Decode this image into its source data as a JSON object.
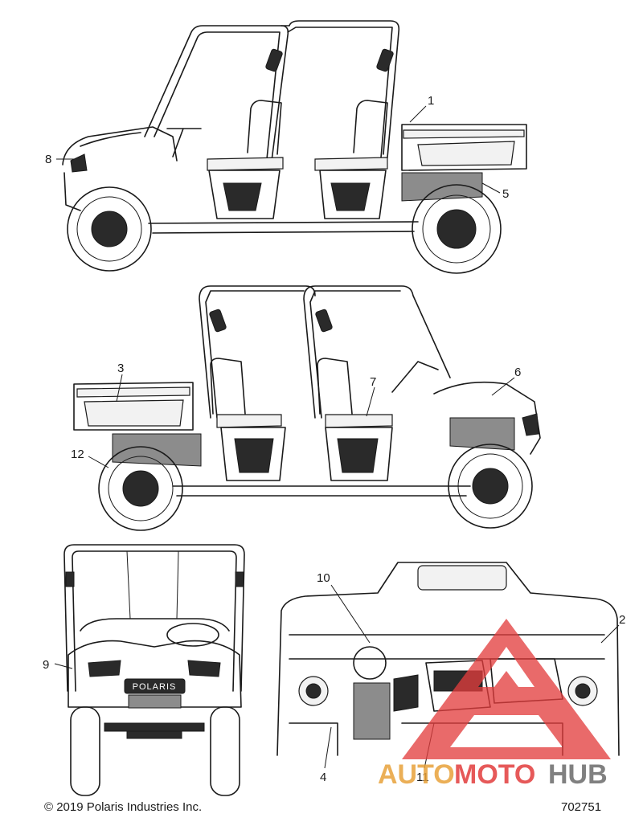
{
  "callouts": {
    "c1": "1",
    "c2": "2",
    "c3": "3",
    "c4": "4",
    "c5": "5",
    "c6": "6",
    "c7": "7",
    "c8": "8",
    "c9": "9",
    "c10": "10",
    "c11": "11",
    "c12": "12"
  },
  "footer": {
    "copyright": "© 2019 Polaris Industries Inc.",
    "diagram_number": "702751"
  },
  "grille_badge": "POLARIS",
  "watermark": {
    "part1": "AUTO",
    "part2": "MOTO",
    "part3": "HUB",
    "colors": {
      "auto": "#e8a23a",
      "moto": "#e23d3d",
      "hub": "#6b6b6b",
      "triangle": "#e23d3d"
    }
  }
}
